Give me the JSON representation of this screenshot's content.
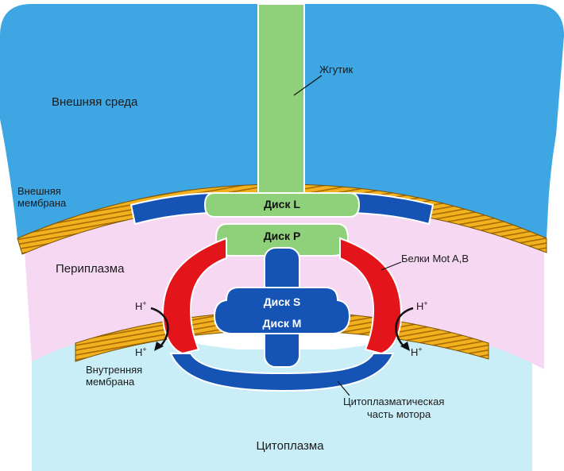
{
  "labels": {
    "outer_environment": "Внешняя среда",
    "flagellum": "Жгутик",
    "outer_membrane_line1": "Внешняя",
    "outer_membrane_line2": "мембрана",
    "periplasm": "Периплазма",
    "disk_l": "Диск L",
    "disk_p": "Диск P",
    "disk_s": "Диск S",
    "disk_m": "Диск M",
    "mot_proteins": "Белки Mot A,B",
    "proton": "H",
    "proton_charge": "+",
    "inner_membrane_line1": "Внутренняя",
    "inner_membrane_line2": "мембрана",
    "cyto_motor_line1": "Цитоплазматическая",
    "cyto_motor_line2": "часть мотора",
    "cytoplasm": "Цитоплазма"
  },
  "colors": {
    "outer_environment": "#3ea6e3",
    "periplasm": "#f7d8f2",
    "cytoplasm": "#c9eef7",
    "membrane_stripe": "#f2b21f",
    "membrane_line": "#7a5200",
    "flagellum": "#8fd17a",
    "motor_blue": "#1553b5",
    "mot_red": "#e3151b",
    "outline": "#ffffff"
  }
}
